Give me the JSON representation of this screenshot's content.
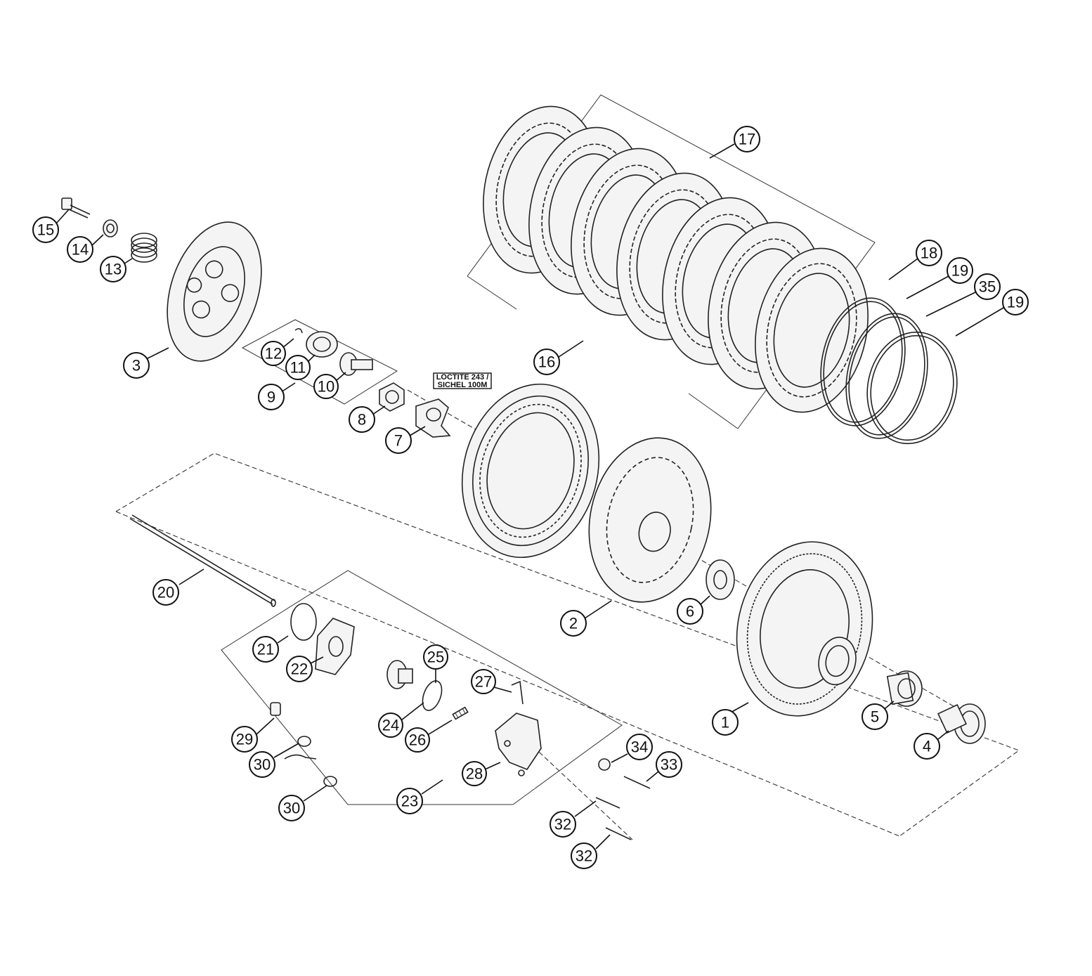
{
  "note": {
    "line1": "LOCTITE 243 /",
    "line2": "SICHEL 100M"
  },
  "callouts": [
    "1",
    "2",
    "3",
    "4",
    "5",
    "6",
    "7",
    "8",
    "9",
    "10",
    "11",
    "12",
    "13",
    "14",
    "15",
    "16",
    "17",
    "18",
    "19",
    "19",
    "20",
    "21",
    "22",
    "23",
    "24",
    "25",
    "26",
    "27",
    "28",
    "29",
    "30",
    "30",
    "32",
    "32",
    "33",
    "34",
    "35"
  ]
}
